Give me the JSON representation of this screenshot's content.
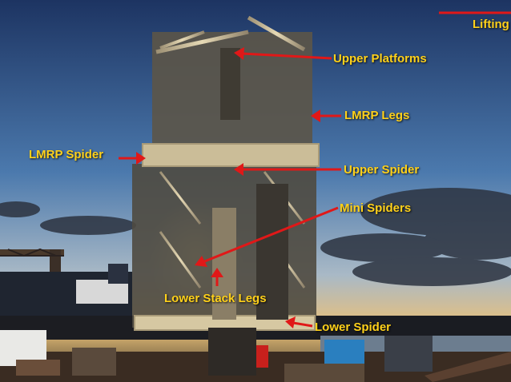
{
  "colors": {
    "label": "#ffd11a",
    "arrow": "#e01818",
    "sky_top": "#1d3462",
    "sky_horizon": "#e9c07a",
    "frame": "#d9cba6"
  },
  "labels": {
    "lifting": "Lifting",
    "upper_platforms": "Upper Platforms",
    "lmrp_legs": "LMRP Legs",
    "lmrp_spider": "LMRP Spider",
    "upper_spider": "Upper Spider",
    "mini_spiders": "Mini Spiders",
    "lower_stack_legs": "Lower Stack Legs",
    "lower_spider": "Lower Spider"
  }
}
